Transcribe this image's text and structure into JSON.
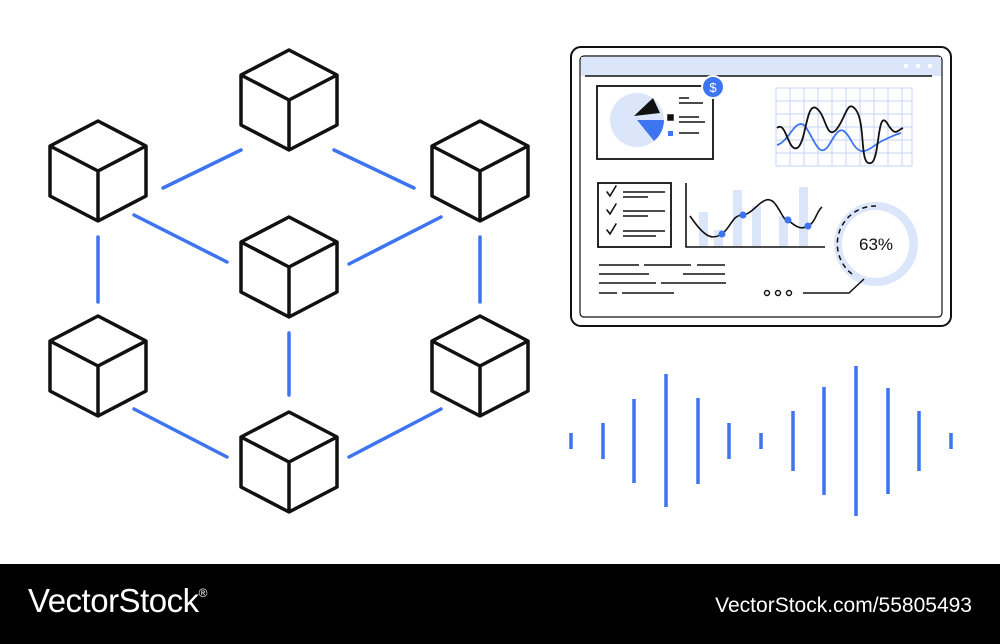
{
  "illustration": {
    "gauge_value": "63%",
    "gauge_fraction": 0.63,
    "coin_symbol": "$",
    "colors": {
      "accent": "#3d74f0",
      "outline": "#111111",
      "light_accent": "#dce6fb"
    },
    "icons": [
      "blockchain-cube-icon",
      "pie-chart-icon",
      "line-chart-icon",
      "checklist-icon",
      "dollar-coin-icon",
      "sound-wave-icon"
    ]
  },
  "footer": {
    "brand": "VectorStock",
    "brand_mark": "®",
    "image_url": "VectorStock.com/55805493"
  }
}
